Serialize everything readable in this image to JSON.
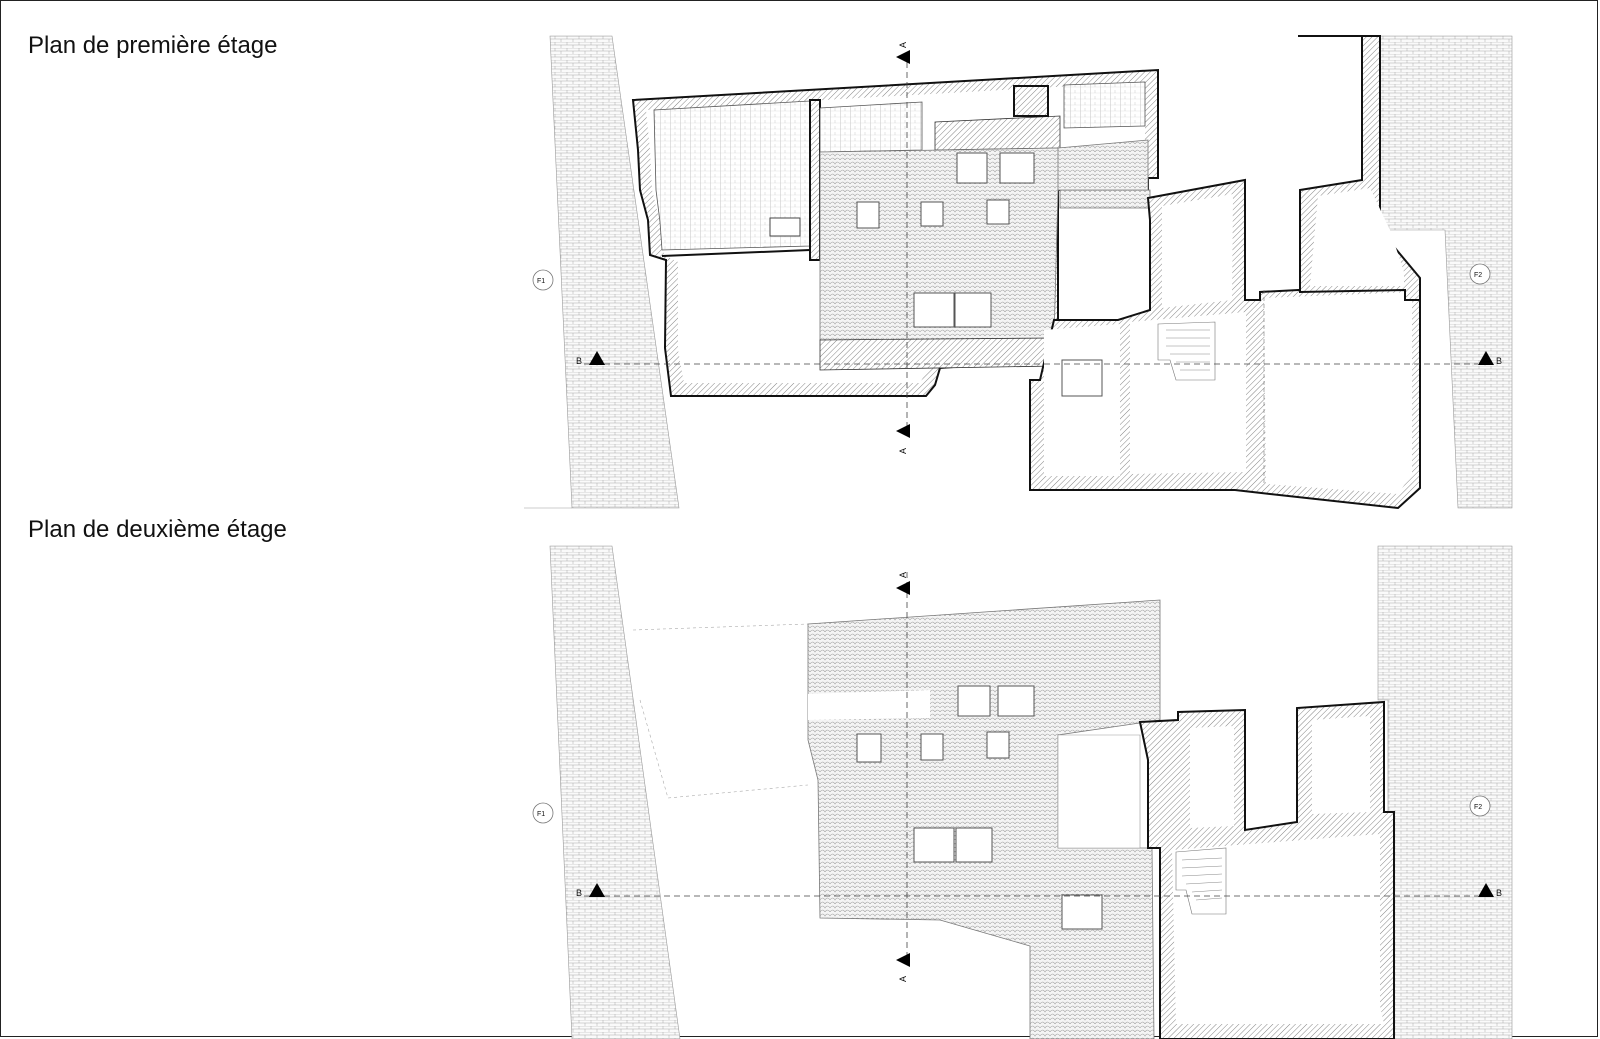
{
  "titles": {
    "first_floor": "Plan de première étage",
    "second_floor": "Plan de deuxième étage"
  },
  "section_markers": {
    "a": "A",
    "b": "B",
    "f1": "F1",
    "f2": "F2"
  },
  "colors": {
    "line": "#111111",
    "background": "#ffffff",
    "hatch": "#555555"
  }
}
